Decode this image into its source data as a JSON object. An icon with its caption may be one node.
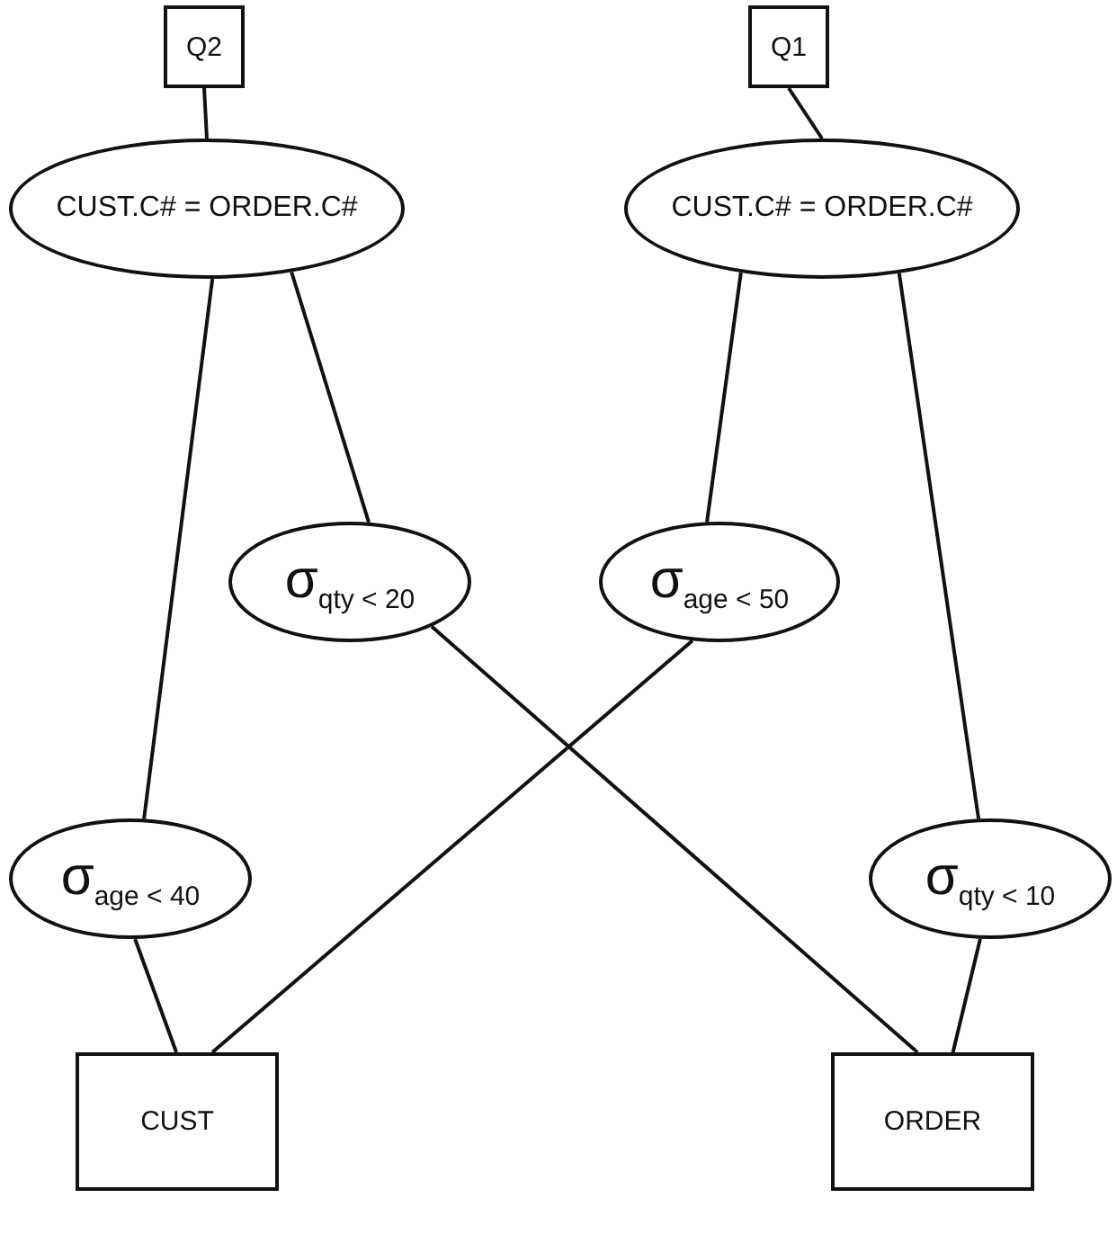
{
  "diagram": {
    "nodes": [
      {
        "text": [
          "Q2"
        ]
      },
      {
        "text": [
          "Q1"
        ]
      },
      {
        "text": [
          "CUST.C# = ORDER.C#"
        ]
      },
      {
        "text": [
          "CUST.C# = ORDER.C#"
        ]
      },
      {
        "text": [
          "σ$_{qty < 20}$"
        ]
      },
      {
        "text": [
          "σ$_{age < 50}$"
        ]
      },
      {
        "text": [
          "σ$_{age < 40}$"
        ]
      },
      {
        "text": [
          "σ$_{qty < 10}$"
        ]
      },
      {
        "text": [
          "CUST"
        ]
      },
      {
        "text": [
          "ORDER"
        ]
      }
    ],
    "edges": [
      {
        "from": 0,
        "to": 2,
        "arrow": "none"
      },
      {
        "from": 1,
        "to": 3,
        "arrow": "none"
      },
      {
        "from": 2,
        "to": 6,
        "arrow": "none"
      },
      {
        "from": 2,
        "to": 4,
        "arrow": "none"
      },
      {
        "from": 3,
        "to": 5,
        "arrow": "none"
      },
      {
        "from": 3,
        "to": 7,
        "arrow": "none"
      },
      {
        "from": 6,
        "to": 8,
        "arrow": "none"
      },
      {
        "from": 5,
        "to": 8,
        "arrow": "none"
      },
      {
        "from": 4,
        "to": 9,
        "arrow": "none"
      },
      {
        "from": 7,
        "to": 9,
        "arrow": "none"
      }
    ]
  }
}
